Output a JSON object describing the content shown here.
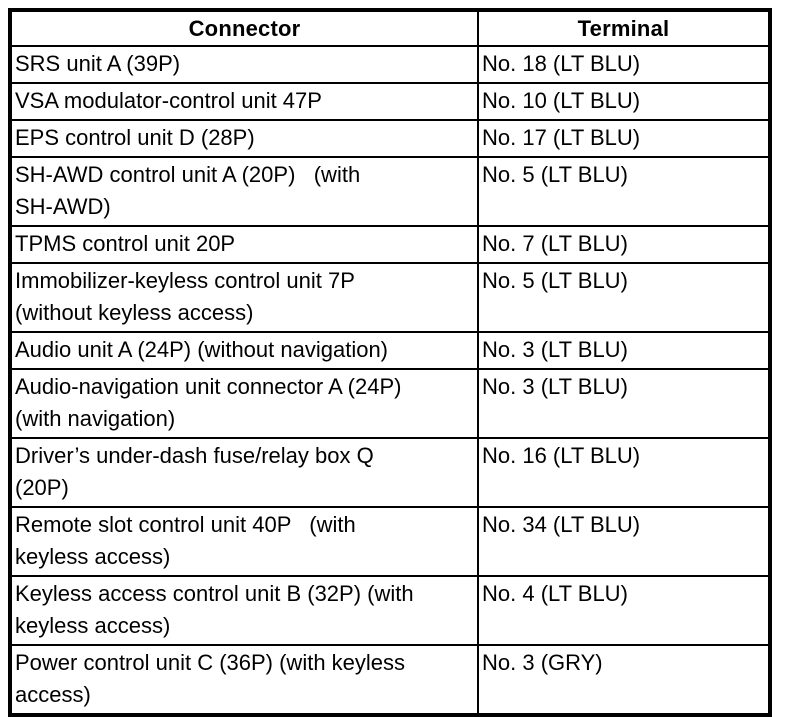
{
  "table": {
    "columns": [
      {
        "label": "Connector"
      },
      {
        "label": "Terminal"
      }
    ],
    "rows": [
      {
        "connector": "SRS unit A (39P)",
        "terminal": "No. 18 (LT BLU)"
      },
      {
        "connector": "VSA modulator-control unit 47P",
        "terminal": "No. 10 (LT BLU)"
      },
      {
        "connector": "EPS control unit D (28P)",
        "terminal": "No. 17 (LT BLU)"
      },
      {
        "connector": "SH-AWD control unit A (20P)   (with\nSH-AWD)",
        "terminal": "No. 5 (LT BLU)"
      },
      {
        "connector": "TPMS control unit 20P",
        "terminal": "No. 7 (LT BLU)"
      },
      {
        "connector": "Immobilizer-keyless control unit 7P\n(without keyless access)",
        "terminal": "No. 5 (LT BLU)"
      },
      {
        "connector": "Audio unit A (24P) (without navigation)",
        "terminal": "No. 3 (LT BLU)"
      },
      {
        "connector": "Audio-navigation unit connector A (24P)\n(with navigation)",
        "terminal": "No. 3 (LT BLU)"
      },
      {
        "connector": "Driver’s under-dash fuse/relay box Q\n(20P)",
        "terminal": "No. 16 (LT BLU)"
      },
      {
        "connector": "Remote slot control unit 40P   (with\nkeyless access)",
        "terminal": "No. 34 (LT BLU)"
      },
      {
        "connector": "Keyless access control unit B (32P) (with\nkeyless access)",
        "terminal": "No. 4 (LT BLU)"
      },
      {
        "connector": "Power control unit C (36P) (with keyless\naccess)",
        "terminal": "No. 3 (GRY)"
      }
    ],
    "colors": {
      "border": "#000000",
      "text": "#000000",
      "background": "#ffffff"
    }
  }
}
